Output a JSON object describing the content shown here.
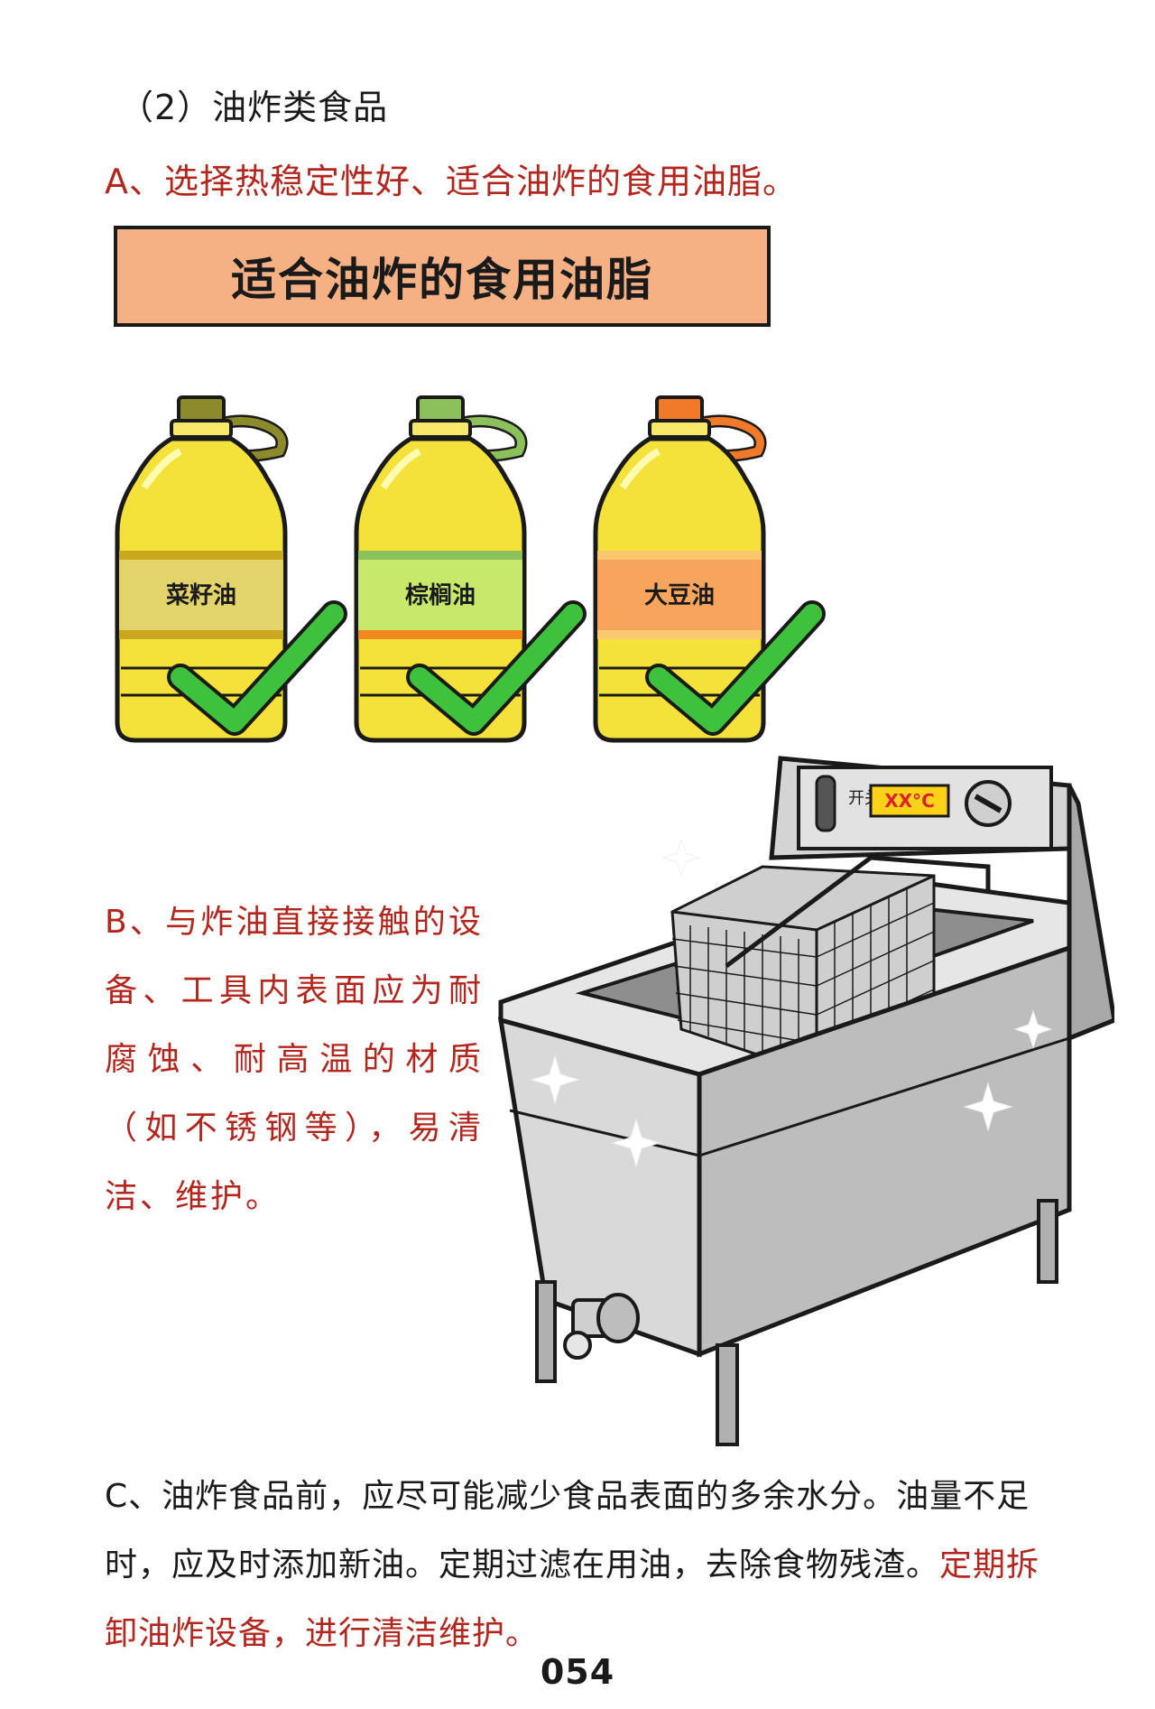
{
  "section_title": "（2）油炸类食品",
  "para_a": "A、选择热稳定性好、适合油炸的食用油脂。",
  "banner_title": "适合油炸的食用油脂",
  "bottles": [
    {
      "label": "菜籽油",
      "cap_color": "#8c8a2a",
      "band_color": "#e2d46a",
      "stripe_color": "#c9a820"
    },
    {
      "label": "棕榈油",
      "cap_color": "#8cc05a",
      "band_color": "#c8e86a",
      "stripe_color": "#f08a1e"
    },
    {
      "label": "大豆油",
      "cap_color": "#f07a2a",
      "band_color": "#f7a45c",
      "stripe_color": "#f9c870"
    }
  ],
  "fryer": {
    "display": "XX°C",
    "switch_label": "开关"
  },
  "para_b": "B、与炸油直接接触的设备、工具内表面应为耐腐蚀、耐高温的材质（如不锈钢等），易清洁、维护。",
  "para_c": {
    "normal": "C、油炸食品前，应尽可能减少食品表面的多余水分。油量不足时，应及时添加新油。定期过滤在用油，去除食物残渣。",
    "highlight": "定期拆卸油炸设备，进行清洁维护。"
  },
  "page_number": "054",
  "colors": {
    "accent_red": "#b3261e",
    "banner_bg": "#f5b084",
    "check_green": "#3ec23e",
    "oil_yellow": "#f4e23a"
  }
}
